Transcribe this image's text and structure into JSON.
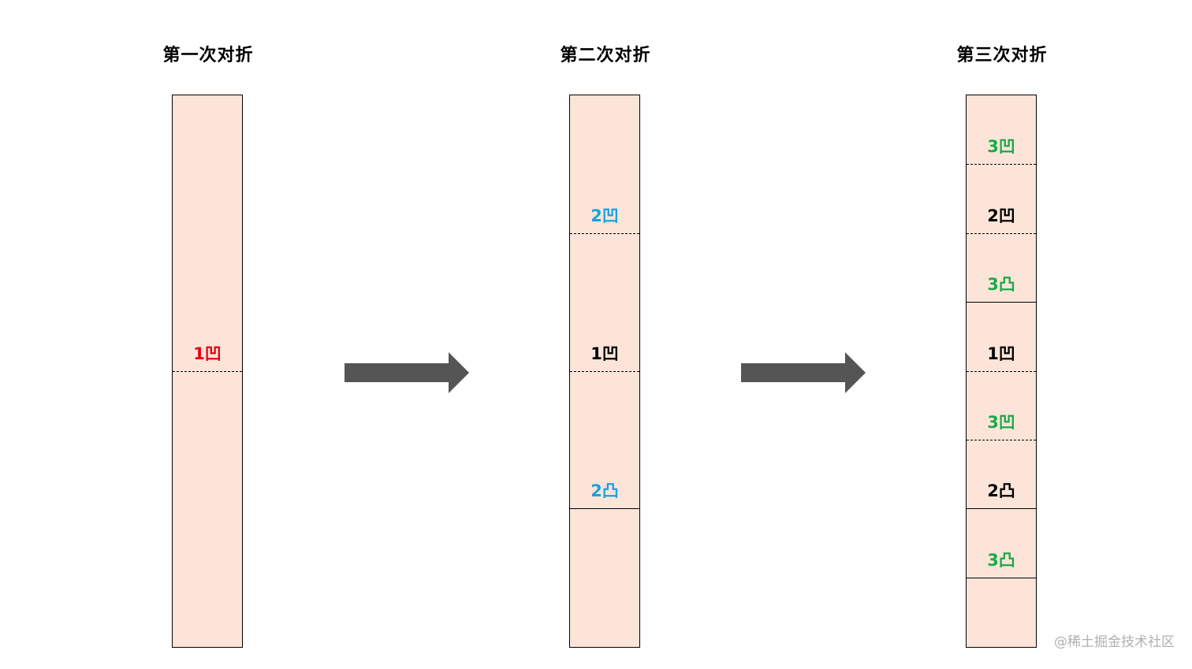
{
  "titles": [
    "第一次对折",
    "第二次对折",
    "第三次对折"
  ],
  "colors": {
    "paper": "#fce5d8",
    "red": "#e60012",
    "blue": "#1aa1e0",
    "green": "#1aaa4a",
    "black": "#000000",
    "arrow": "#555555"
  },
  "strips": [
    {
      "folds": [
        {
          "label": "1凹",
          "type": "valley",
          "color": "red"
        }
      ]
    },
    {
      "folds": [
        {
          "label": "2凹",
          "type": "valley",
          "color": "blue"
        },
        {
          "label": "1凹",
          "type": "valley",
          "color": "black"
        },
        {
          "label": "2凸",
          "type": "mountain",
          "color": "blue"
        }
      ]
    },
    {
      "folds": [
        {
          "label": "3凹",
          "type": "valley",
          "color": "green"
        },
        {
          "label": "2凹",
          "type": "valley",
          "color": "black"
        },
        {
          "label": "3凸",
          "type": "mountain",
          "color": "green"
        },
        {
          "label": "1凹",
          "type": "valley",
          "color": "black"
        },
        {
          "label": "3凹",
          "type": "valley",
          "color": "green"
        },
        {
          "label": "2凸",
          "type": "mountain",
          "color": "black"
        },
        {
          "label": "3凸",
          "type": "mountain",
          "color": "green"
        }
      ]
    }
  ],
  "watermark": "@稀土掘金技术社区"
}
